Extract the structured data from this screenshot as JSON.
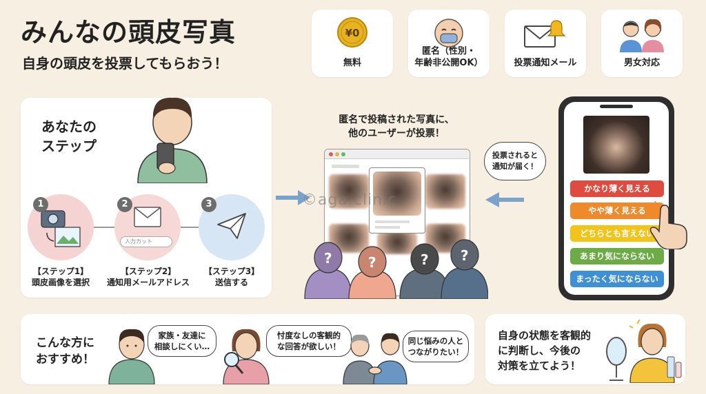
{
  "header": {
    "title": "みんなの頭皮写真",
    "subtitle": "自身の頭皮を投票してもらおう！"
  },
  "features": [
    {
      "label": "無料",
      "icon": "yen-coin-icon",
      "coin_text": "¥0"
    },
    {
      "label": "匿名（性別・\n年齢非公開OK）",
      "icon": "masked-face-icon"
    },
    {
      "label": "投票通知メール",
      "icon": "mail-bell-icon"
    },
    {
      "label": "男女対応",
      "icon": "man-woman-icon"
    }
  ],
  "steps_panel": {
    "heading": "あなたの\nステップ",
    "steps": [
      {
        "num": "1",
        "label": "【ステップ1】\n頭皮画像を選択",
        "icon": "camera-photo-icon"
      },
      {
        "num": "2",
        "label": "【ステップ2】\n通知用メールアドレス",
        "icon": "mail-input-icon",
        "input_placeholder": "入力カット"
      },
      {
        "num": "3",
        "label": "【ステップ3】\n送信する",
        "icon": "paper-plane-icon"
      }
    ]
  },
  "center": {
    "caption": "匿名で投稿された写真に、\n他のユーザーが投票！",
    "watermark": "©aga.clinic",
    "notify_bubble": "投票されると\n通知が届く！"
  },
  "phone": {
    "options": [
      {
        "label": "かなり薄く見える",
        "color": "#e04b3f"
      },
      {
        "label": "やや薄く見える",
        "color": "#ef8a2b"
      },
      {
        "label": "どちらとも言えない",
        "color": "#f2c318"
      },
      {
        "label": "あまり気にならない",
        "color": "#6cab45"
      },
      {
        "label": "まったく気にならない",
        "color": "#3f8fd4"
      }
    ]
  },
  "recommend": {
    "heading": "こんな方に\nおすすめ！",
    "bubbles": [
      "家族・友達に\n相談しにくい…",
      "忖度なしの客観的\nな回答が欲しい！",
      "同じ悩みの人と\nつながりたい！"
    ]
  },
  "closing": {
    "text": "自身の状態を客観的\nに判断し、今後の\n対策を立てよう！"
  },
  "colors": {
    "background": "#f7efe2",
    "arrow": "#7ba3c9",
    "step1": "#f6d3d3",
    "step2": "#f6d9d6",
    "step3": "#d6e6f5"
  }
}
